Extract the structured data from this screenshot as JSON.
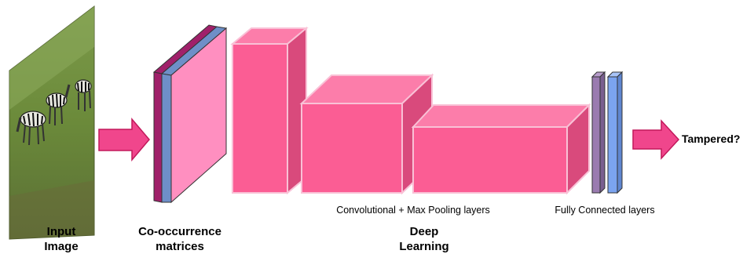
{
  "labels": {
    "input_image": [
      "Input",
      "Image"
    ],
    "cooccurrence": [
      "Co-occurrence",
      "matrices"
    ],
    "conv_layers": "Convolutional + Max Pooling layers",
    "fc_layers": "Fully Connected layers",
    "deep_learning": [
      "Deep",
      "Learning"
    ],
    "output": "Tampered?"
  },
  "colors": {
    "block_front": "#fb5d94",
    "block_top": "#fc7daa",
    "block_side": "#d94a7c",
    "block_edge": "#f9c1d6",
    "arrow": "#f0468c",
    "arrow_edge": "#c2185b",
    "matrix_front": "#ff8fc0",
    "matrix_purple": "#a0206a",
    "matrix_blue": "#6e8fc8",
    "fc_purple": "#9a7bb0",
    "fc_blue": "#7ba4f0"
  },
  "icons": [
    "zebra-photo-image",
    "right-arrow-icon",
    "right-arrow-icon"
  ]
}
